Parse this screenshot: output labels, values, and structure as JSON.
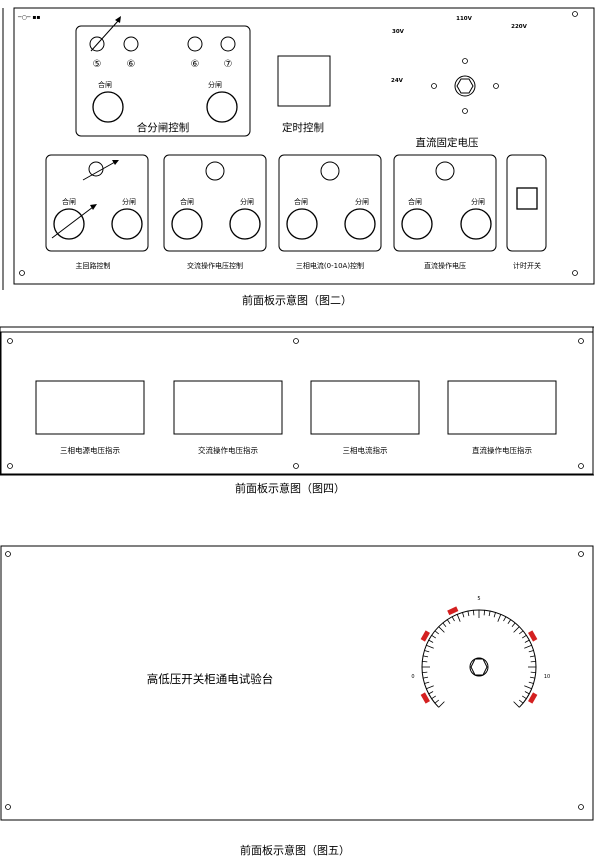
{
  "panel2": {
    "corner_mark": "─○─ ▪▪",
    "top_left": {
      "numbers": [
        "⑤",
        "⑥",
        "⑥",
        "⑦"
      ],
      "close_label": "合闸",
      "open_label": "分闸",
      "title": "合分闸控制"
    },
    "timer_title": "定时控制",
    "dc_fixed": {
      "v30": "30V",
      "v110": "110V",
      "v220": "220V",
      "v24": "24V",
      "title": "直流固定电压"
    },
    "bottom": {
      "main_close": "合闸",
      "main_open": "分闸",
      "main_title": "主回路控制",
      "ac_close": "合闸",
      "ac_open": "分闸",
      "ac_title": "交流操作电压控制",
      "i3_close": "合闸",
      "i3_open": "分闸",
      "i3_title": "三相电流(0-10A)控制",
      "dc_close": "合闸",
      "dc_open": "分闸",
      "dc_title": "直流操作电压",
      "timer_switch": "计时开关"
    },
    "caption": "前面板示意图（图二）"
  },
  "panel4": {
    "meters": [
      "三相电源电压指示",
      "交流操作电压指示",
      "三相电流指示",
      "直流操作电压指示"
    ],
    "caption": "前面板示意图（图四）"
  },
  "panel5": {
    "title": "高低压开关柜通电试验台",
    "dial": {
      "left": "0",
      "right": "10",
      "top": "5"
    },
    "caption": "前面板示意图（图五）"
  }
}
